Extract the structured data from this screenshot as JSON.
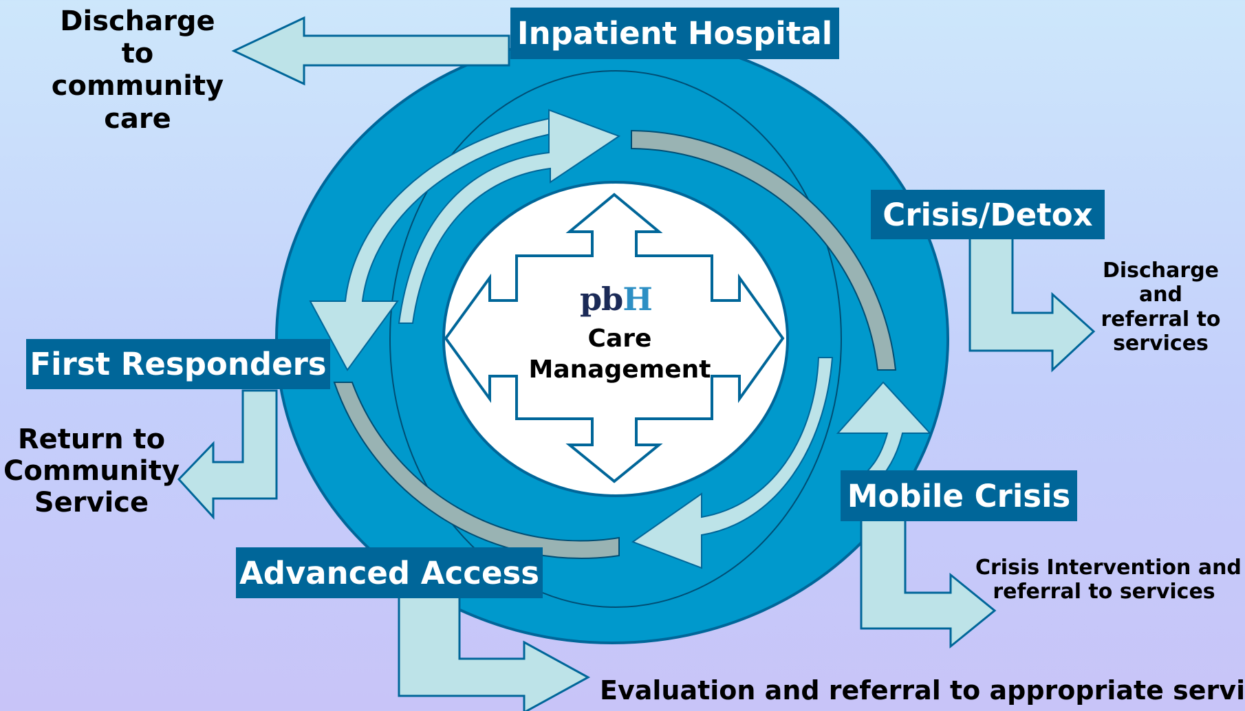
{
  "boxes": {
    "inpatient": "Inpatient Hospital",
    "crisis_detox": "Crisis/Detox",
    "first_responders": "First Responders",
    "mobile_crisis": "Mobile Crisis",
    "advanced_access": "Advanced Access"
  },
  "notes": {
    "discharge_community": [
      "Discharge",
      "to",
      "community",
      "care"
    ],
    "discharge_referral": [
      "Discharge",
      "and",
      "referral to",
      "services"
    ],
    "return_community": [
      "Return to",
      "Community",
      "Service"
    ],
    "crisis_intervention": [
      "Crisis Intervention and",
      "referral to services"
    ],
    "evaluation": "Evaluation and referral to appropriate services"
  },
  "center": {
    "logo_main": "pb",
    "logo_accent": "H",
    "line1": "Care",
    "line2": "Management"
  },
  "colors": {
    "box_fill": "#006699",
    "outer_ring": "#0099cc",
    "arrow_fill": "#bde3e8",
    "arrow_stroke": "#006699",
    "gray_arc": "#99b3b3",
    "center_fill": "#ffffff"
  }
}
